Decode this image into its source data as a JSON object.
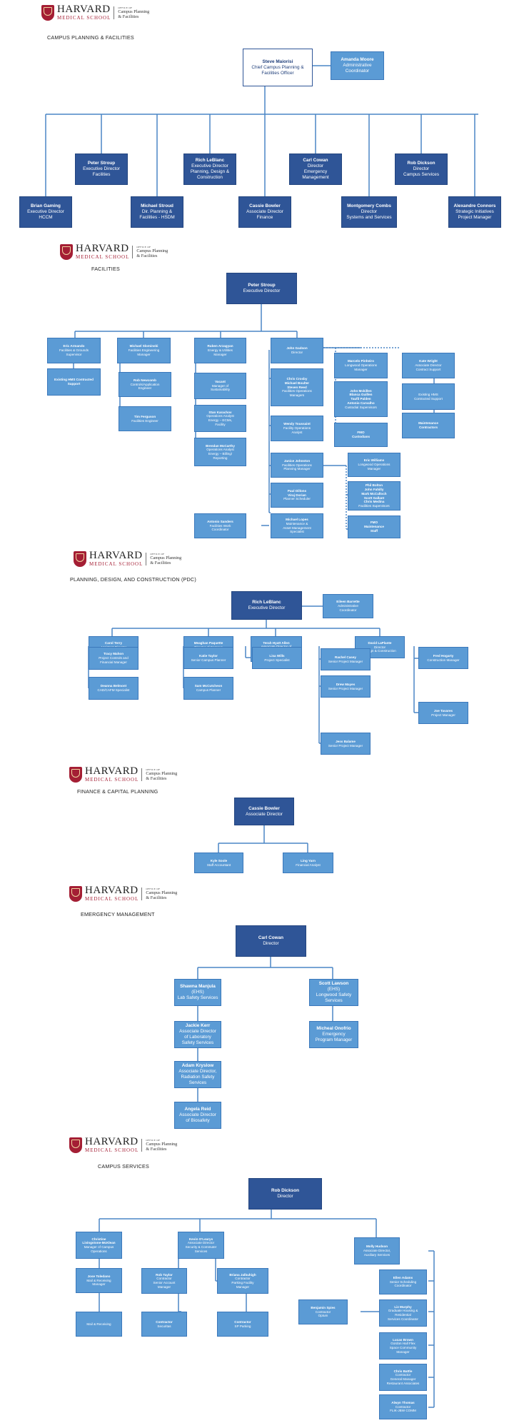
{
  "logo": {
    "wordmark": "HARVARD",
    "school": "MEDICAL SCHOOL",
    "office_of": "OFFICE OF",
    "office_name": "Campus Planning\n& Facilities"
  },
  "section_titles": {
    "cpf": "CAMPUS PLANNING & FACILITIES",
    "facilities": "FACILITIES",
    "pdc": "PLANNING, DESIGN, AND CONSTRUCTION (PDC)",
    "finance": "FINANCE & CAPITAL PLANNING",
    "emergency": "EMERGENCY MANAGEMENT",
    "campus_services": "CAMPUS SERVICES"
  },
  "colors": {
    "dark_box": "#2f5597",
    "light_box": "#5b9bd5",
    "line": "#4a86c5",
    "brand_crimson": "#a41e34"
  },
  "cpf": {
    "maiorisi": {
      "name": "Steve Maiorisi",
      "title": "Chief Campus Planning &\nFacilities Officer"
    },
    "moore": {
      "name": "Amanda Moore",
      "title": "Administrative\nCoordinator"
    },
    "stroup": {
      "name": "Peter Stroup",
      "title": "Executive Director\nFacilities"
    },
    "leblanc": {
      "name": "Rich LeBlanc",
      "title": "Executive Director\nPlanning, Design &\nConstruction"
    },
    "cowan": {
      "name": "Carl Cowan",
      "title": "Director\nEmergency\nManagement"
    },
    "dickson": {
      "name": "Rob Dickson",
      "title": "Director\nCampus Services"
    },
    "gaming": {
      "name": "Brian Gaming",
      "title": "Executive Director\nHCCM"
    },
    "mstroud": {
      "name": "Michael Stroud",
      "title": "Dir. Planning &\nFacilities - HSDM"
    },
    "bowler": {
      "name": "Cassie Bowler",
      "title": "Associate Director\nFinance"
    },
    "combs": {
      "name": "Montgomery Combs",
      "title": "Director\nSystems and Services"
    },
    "connors": {
      "name": "Alexandre Connors",
      "title": "Strategic Initiatives\nProject Manager"
    }
  },
  "fac": {
    "head": {
      "name": "Peter Stroup",
      "title": "Executive Director"
    },
    "armando": {
      "name": "Eric Armando",
      "title": "Facilities & Grounds\nSupervisor"
    },
    "existing_contract": {
      "name": "Existing HMS Contracted\nSupport",
      "title": ""
    },
    "slominski": {
      "name": "Michael Slominski",
      "title": "Facilities Engineering\nManager"
    },
    "newcomb": {
      "name": "Rob Newcomb",
      "title": "Controls/Application\nEngineer"
    },
    "ferguson": {
      "name": "Tim Ferguson",
      "title": "Facilities Engineer"
    },
    "arzagyan": {
      "name": "Ruben Arzagyan",
      "title": "Energy & Utilities\nManager"
    },
    "vacant": {
      "name": "Vacant",
      "title": "Manager of\nSustainability"
    },
    "karachov": {
      "name": "Stan Karachov",
      "title": "Operations Analyst\nEnergy – ECMs,\nFacility"
    },
    "mccarthy": {
      "name": "Brendan McCarthy",
      "title": "Operations Analyst\nEnergy – Billing/\nReporting"
    },
    "gadson": {
      "name": "John Gadson",
      "title": "Director"
    },
    "pinheiro": {
      "name": "Marcelo Pinheiro",
      "title": "Longwood Operations\nManager"
    },
    "wright": {
      "name": "Kate Wright",
      "title": "Associate Director\nContract Support"
    },
    "ops_mgrs": {
      "name": "Chris Crosby\nMichael Boulter\nSteven Reed",
      "title": "Facilities Operations\nManagers"
    },
    "custodial": {
      "name": "John Mckillen\nBlanca Guillen\nTaufil Palden\nAntonio Carvalho",
      "title": "Custodial Supervisors"
    },
    "existing_hmi": {
      "name": "",
      "title": "Existing HMS\nContracted Support"
    },
    "toussaint": {
      "name": "Wendy Toussaint",
      "title": "Facility Operations\nAnalyst"
    },
    "fmo_cust": {
      "name": "FMO\nCustodians",
      "title": ""
    },
    "maint_contr": {
      "name": "Maintenance\nContractors",
      "title": ""
    },
    "johnston": {
      "name": "Janice Johnston",
      "title": "Facilities Operations\nPlanning Manager"
    },
    "williams": {
      "name": "Eric Williams",
      "title": "Longwood Operations\nManager"
    },
    "dillons": {
      "name": "Paul Dillons\nViraj Dorian",
      "title": "Planner Scheduler"
    },
    "bolton": {
      "name": "Phil Bolton\nJohn Fahilly\nMark McCulloch\nScott Gallant\nChris Medina",
      "title": "Facilities Supervisors"
    },
    "lopes": {
      "name": "Michael Lopes",
      "title": "Maintenance &\nAsset Management\nSpecialist"
    },
    "sanders": {
      "name": "Antonio Sanders",
      "title": "Facilities Work\nCoordinator"
    },
    "fmo_maint": {
      "name": "FMO\nMaintenance\nStaff",
      "title": ""
    }
  },
  "pdc": {
    "head": {
      "name": "Rich LeBlanc",
      "title": "Executive Director"
    },
    "barrette": {
      "name": "Eileen Barrette",
      "title": "Administrative\nCoordinator"
    },
    "terry": {
      "name": "Carol Terry",
      "title": "Assistant Director\nControls and Resources"
    },
    "paquette": {
      "name": "Meaghan Paquette",
      "title": "Director of Campus\nPlanning"
    },
    "allen": {
      "name": "Terah Hyatt Allen",
      "title": "Associate Director of\nPlanning for\nRenewal"
    },
    "laplante": {
      "name": "David LaPlante",
      "title": "Director\nDesign & Construction"
    },
    "mahon": {
      "name": "Tracy Mahon",
      "title": "Project Controls and\nFinancial Manager"
    },
    "taylor": {
      "name": "Katie Taylor",
      "title": "Senior Campus Planner"
    },
    "wills": {
      "name": "Lisa Wills",
      "title": "Project Specialist"
    },
    "casey": {
      "name": "Rachel Casey",
      "title": "Senior Project Manager"
    },
    "hogarty": {
      "name": "Fred Hogarty",
      "title": "Construction Manager"
    },
    "belmont": {
      "name": "Deanna Belmont",
      "title": "CAD/CAFM Specialist"
    },
    "mccutcheon": {
      "name": "Sam McCutcheon",
      "title": "Campus Planner"
    },
    "mayes": {
      "name": "Drew Mayes",
      "title": "Senior Project Manager"
    },
    "tavares": {
      "name": "Joe Tavares",
      "title": "Project Manager"
    },
    "balame": {
      "name": "Jess Balame",
      "title": "Senior Project Manager"
    }
  },
  "fin": {
    "head": {
      "name": "Cassie Bowler",
      "title": "Associate Director"
    },
    "soole": {
      "name": "Kyle Soole",
      "title": "Staff Accountant"
    },
    "yarn": {
      "name": "Ling Yarn",
      "title": "Financial Analyst"
    }
  },
  "em": {
    "head": {
      "name": "Carl Cowan",
      "title": "Director"
    },
    "manjula": {
      "name": "Shawna Manjula",
      "title": "(EHS)\nLab Safety Services"
    },
    "lawson": {
      "name": "Scott Lawson",
      "title": "(EHS)\nLongwood Safety\nServices"
    },
    "kerr": {
      "name": "Jackie Kerr",
      "title": "Associate Director\nof Laboratory\nSafety Services"
    },
    "onofrio": {
      "name": "Micheal Onofrio",
      "title": "Emergency\nProgram Manager"
    },
    "kryslow": {
      "name": "Adam Kryslow",
      "title": "Associate Director,\nRadiation Safety\nServices"
    },
    "reid": {
      "name": "Angela Reid",
      "title": "Associate Director\nof Biosafety"
    }
  },
  "cs": {
    "head": {
      "name": "Rob Dickson",
      "title": "Director"
    },
    "mcklean": {
      "name": "Christine\nLivingstone-McKlean",
      "title": "Manager of Campus\nOperations"
    },
    "olearys": {
      "name": "Kevin O'Learys",
      "title": "Associate Director\nSecurity & Commuter\nServices"
    },
    "hudson": {
      "name": "Molly Hudson",
      "title": "Associate Director,\nAuxiliary Services"
    },
    "toledano": {
      "name": "Jose Toledano",
      "title": "Mail & Receiving\nManager"
    },
    "rtaylor": {
      "name": "Rob Taylor",
      "title": "Contractor\nSenior Account\nManager"
    },
    "jalbuhigh": {
      "name": "Briana Jalbuhigh",
      "title": "Contractor\nParking Facility\nManager"
    },
    "adams": {
      "name": "Ellen Adams",
      "title": "Senior Scheduling\nCoordinator"
    },
    "spies": {
      "name": "Benjamin Spies",
      "title": "Contractor\nOptum"
    },
    "murphy": {
      "name": "Liz Murphy",
      "title": "Graduate Housing &\nResidential\nServices Coordinator"
    },
    "mail": {
      "name": "",
      "title": "Mail & Receiving"
    },
    "securitas": {
      "name": "Contractor",
      "title": "Securitas"
    },
    "spplus": {
      "name": "Contractor",
      "title": "SP Parking"
    },
    "brown": {
      "name": "Lucas Brown",
      "title": "Gordon Hall Flex\nSpace Community\nManager"
    },
    "battle": {
      "name": "Chris Battle",
      "title": "Contractor\nGeneral Manager\nRestaurant Associates"
    },
    "thomas": {
      "name": "Alwyn Thomas",
      "title": "Contractor\nFLIK-JBW COMM"
    }
  }
}
